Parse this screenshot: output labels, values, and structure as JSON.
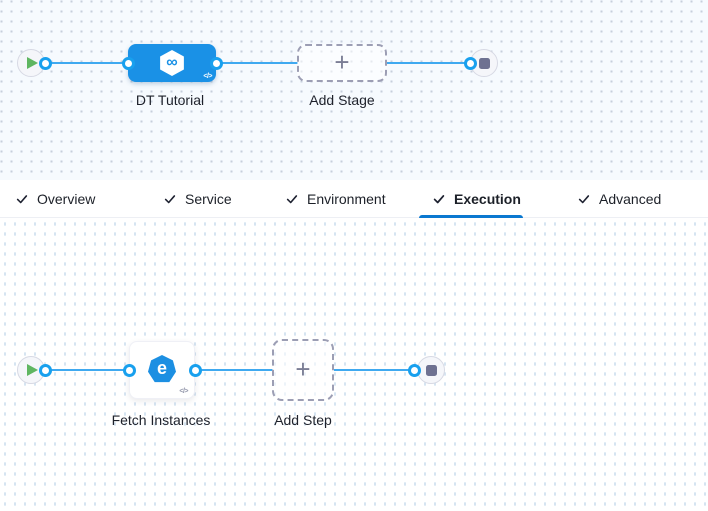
{
  "tabs": {
    "items": [
      {
        "label": "Overview",
        "active": false
      },
      {
        "label": "Service",
        "active": false
      },
      {
        "label": "Environment",
        "active": false
      },
      {
        "label": "Execution",
        "active": true
      },
      {
        "label": "Advanced",
        "active": false
      }
    ],
    "active_tab": "Execution",
    "check_icon": "check-icon"
  },
  "stage_graph": {
    "stage_label": "DT Tutorial",
    "add_stage_label": "Add Stage",
    "plus_glyph": "+",
    "stage_icon_glyph": "∞",
    "code_icon_glyph": "</>"
  },
  "step_graph": {
    "step_label": "Fetch Instances",
    "add_step_label": "Add Step",
    "plus_glyph": "+",
    "step_icon_glyph": "e",
    "code_icon_glyph": "</>"
  },
  "colors": {
    "edge_blue": "#3FA9F0",
    "port_ring_blue": "#18A0EE",
    "stage_node_blue": "#1A91E6",
    "step_icon_blue": "#1C8FE2",
    "play_green": "#5FB661",
    "stop_slate": "#6E7191",
    "active_tab_underline": "#0A78D0",
    "stage_canvas_bg": "#F6FAFE",
    "step_canvas_bg": "#FFFFFF"
  }
}
